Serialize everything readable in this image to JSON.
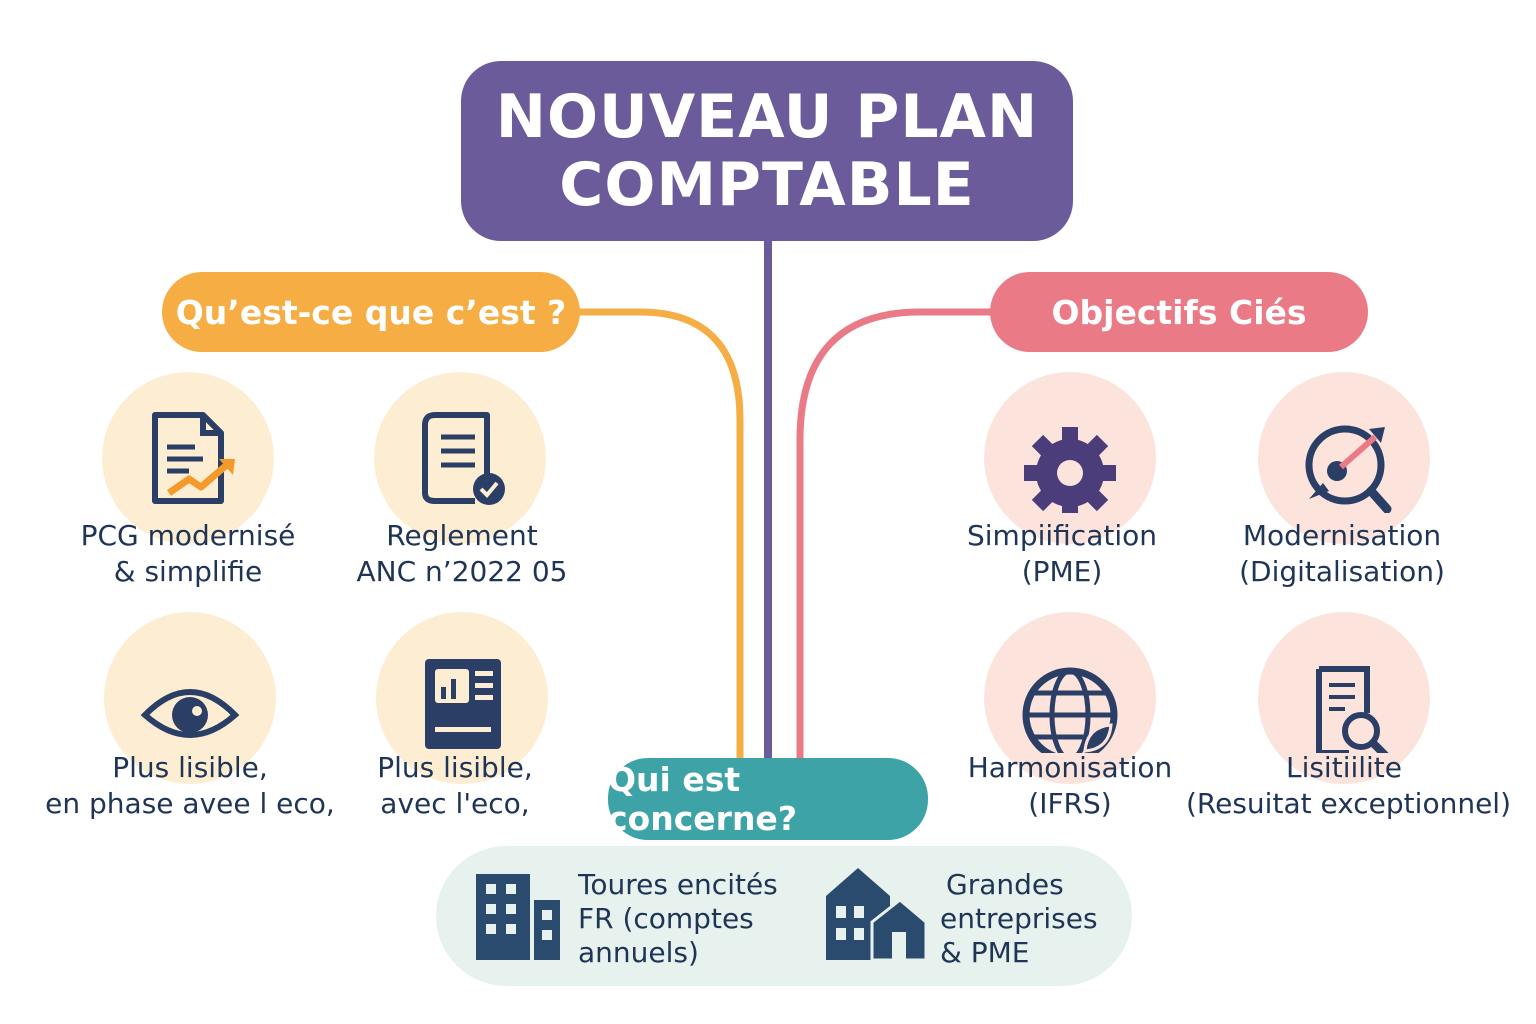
{
  "title": {
    "line1": "NOUVEAU PLAN",
    "line2": "COMPTABLE"
  },
  "branches": {
    "what": {
      "label": "Qu’est-ce que c’est ?"
    },
    "objectives": {
      "label": "Objectifs Ciés"
    },
    "who": {
      "label": "Qui est concerne?"
    }
  },
  "what_items": [
    {
      "line1": "PCG modernisé",
      "line2": "&  simplifie",
      "icon": "document-chart-icon"
    },
    {
      "line1": "Reglement",
      "line2": "ANC n’2022  05",
      "icon": "document-check-icon"
    },
    {
      "line1": "Plus lisible,",
      "line2": "en phase avee l eco,",
      "icon": "eye-icon"
    },
    {
      "line1": "Plus lisible,",
      "line2": "avec l'eco,",
      "icon": "dashboard-icon"
    }
  ],
  "objective_items": [
    {
      "line1": "Simpiification",
      "line2": "(PME)",
      "icon": "gear-icon"
    },
    {
      "line1": "Modernisation",
      "line2": "(Digitalisation)",
      "icon": "target-search-icon"
    },
    {
      "line1": "Harmonisation",
      "line2": "(IFRS)",
      "icon": "globe-icon"
    },
    {
      "line1": "Lisitiilite",
      "line2": "(Resuitat exceptionnel)",
      "icon": "report-search-icon"
    }
  ],
  "who_items": [
    {
      "line1": "Toures encités",
      "line2": "FR (comptes",
      "line3": "annuels)",
      "icon": "office-buildings-icon"
    },
    {
      "line1": "Grandes",
      "line2": "entreprises",
      "line3": "& PME",
      "icon": "houses-icon"
    }
  ],
  "colors": {
    "purple": "#6b5b9a",
    "orange": "#f5ad44",
    "pink": "#e97a86",
    "teal": "#3ea3a6",
    "navy": "#2b3f66"
  }
}
